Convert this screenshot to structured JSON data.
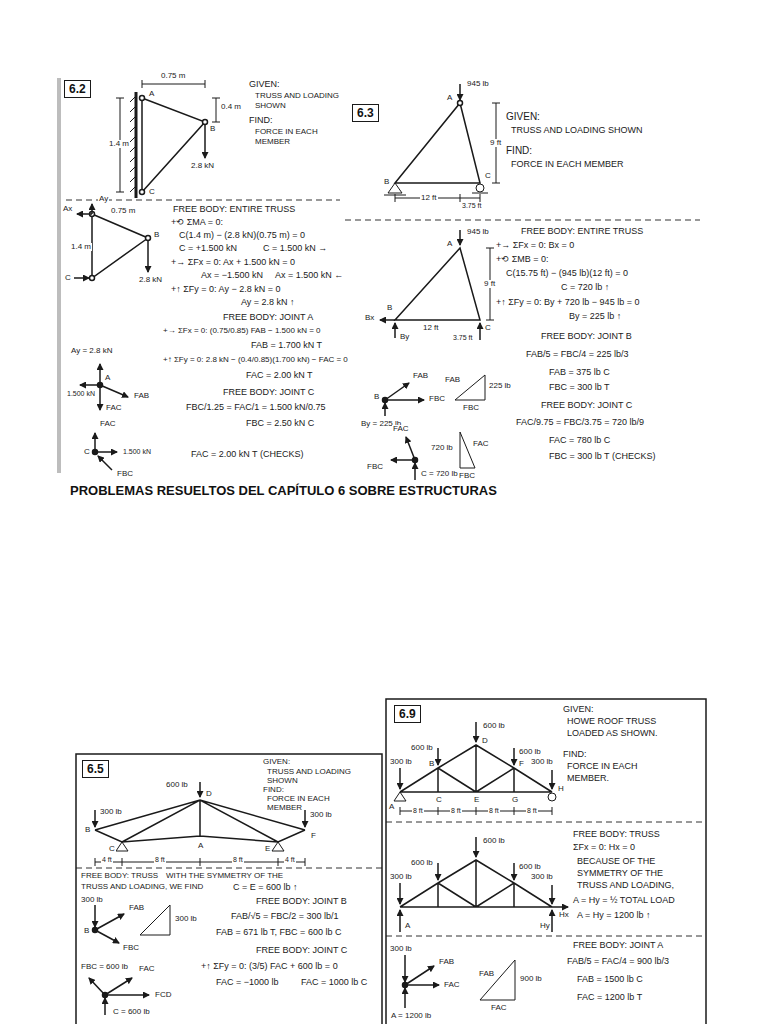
{
  "diagram": {
    "title": "PROBLEMAS RESUELTOS DEL CAPÍTULO 6 SOBRE ESTRUCTURAS",
    "nodes": [
      {
        "text": [
          "6.2"
        ]
      },
      {
        "text": [
          "6.3"
        ]
      },
      {
        "text": [
          "6.5"
        ]
      },
      {
        "text": [
          "6.9"
        ]
      }
    ],
    "labels": [
      "0.75 m",
      "0.4 m",
      "1.4 m",
      "2.8 kN",
      "A",
      "B",
      "C",
      "GIVEN:",
      "TRUSS AND LOADING",
      "SHOWN",
      "FIND:",
      "FORCE IN EACH",
      "MEMBER",
      "FREE BODY: ENTIRE TRUSS",
      "+⟲ ΣMA = 0:",
      "C(1.4 m) − (2.8 kN)(0.75 m) = 0",
      "C = +1.500 kN",
      "C = 1.500 kN →",
      "+→ ΣFx = 0:  Ax + 1.500 kN = 0",
      "Ax = −1.500 kN",
      "Ax = 1.500 kN ←",
      "+↑ ΣFy = 0:  Ay − 2.8 kN = 0",
      "Ay = 2.8 kN ↑",
      "Ay",
      "Ax",
      "0.75 m",
      "1.4 m",
      "B",
      "2.8 kN",
      "C",
      "FREE BODY: JOINT A",
      "+→ ΣFx = 0:  (0.75/0.85) FAB − 1.500 kN = 0",
      "FAB = 1.700 kN T",
      "+↑ ΣFy = 0:  2.8 kN − (0.4/0.85)(1.700 kN) − FAC = 0",
      "FAC = 2.00 kN T",
      "Ay = 2.8 kN",
      "A",
      "1.500 kN",
      "FAB",
      "FAC",
      "FREE BODY: JOINT C",
      "FBC/1.25 = FAC/1 = 1.500 kN/0.75",
      "FBC = 2.50 kN C",
      "FAC = 2.00 kN T (CHECKS)",
      "FAC",
      "C",
      "1.500 kN",
      "FBC",
      "945 lb",
      "A",
      "9 ft",
      "B",
      "C",
      "12 ft",
      "3.75 ft",
      "GIVEN:",
      "TRUSS AND LOADING SHOWN",
      "FIND:",
      "FORCE IN EACH MEMBER",
      "FREE BODY: ENTIRE TRUSS",
      "+→ ΣFx = 0:  Bx = 0",
      "+⟲ ΣMB = 0:",
      "C(15.75 ft) − (945 lb)(12 ft) = 0",
      "C = 720 lb ↑",
      "+↑ ΣFy = 0:  By + 720 lb − 945 lb = 0",
      "By = 225 lb ↑",
      "FREE BODY: JOINT B",
      "FAB/5 = FBC/4 = 225 lb/3",
      "FAB = 375 lb C",
      "FBC = 300 lb T",
      "FREE BODY: JOINT C",
      "FAC/9.75 = FBC/3.75 = 720 lb/9",
      "FAC = 780 lb C",
      "FBC = 300 lb T (CHECKS)",
      "945 lb",
      "A",
      "9 ft",
      "Bx",
      "B",
      "By",
      "12 ft",
      "3.75 ft",
      "C",
      "FAB",
      "FBC",
      "B",
      "By = 225 lb",
      "225 lb",
      "FAB",
      "FBC",
      "FAC",
      "FBC",
      "C = 720 lb",
      "720 lb",
      "FAC",
      "FBC",
      "600 lb",
      "300 lb",
      "300 lb",
      "B",
      "D",
      "F",
      "C",
      "E",
      "A",
      "4 ft",
      "8 ft",
      "8 ft",
      "4 ft",
      "GIVEN:",
      "TRUSS AND LOADING",
      "SHOWN",
      "FIND:",
      "FORCE IN EACH",
      "MEMBER",
      "FREE BODY: TRUSS",
      "WITH THE SYMMETRY OF THE",
      "TRUSS AND LOADING, WE FIND",
      "C = E = 600 lb ↑",
      "300 lb",
      "B",
      "FAB",
      "FBC",
      "300 lb",
      "FREE BODY: JOINT B",
      "FAB/√5 = FBC/2 = 300 lb/1",
      "FAB = 671 lb T,  FBC = 600 lb C",
      "FREE BODY: JOINT C",
      "+↑ ΣFy = 0:  (3/5) FAC + 600 lb = 0",
      "FAC = −1000 lb",
      "FAC = 1000 lb C",
      "FBC = 600 lb",
      "FAC",
      "FCD",
      "C = 600 lb",
      "600 lb",
      "600 lb",
      "600 lb",
      "300 lb",
      "300 lb",
      "A",
      "B",
      "C",
      "D",
      "E",
      "F",
      "G",
      "H",
      "8 ft",
      "8 ft",
      "8 ft",
      "8 ft",
      "GIVEN:",
      "HOWE ROOF TRUSS",
      "LOADED AS SHOWN.",
      "FIND:",
      "FORCE IN EACH",
      "MEMBER.",
      "600 lb",
      "600 lb",
      "600 lb",
      "300 lb",
      "300 lb",
      "A",
      "Hx",
      "Hy",
      "FREE BODY: TRUSS",
      "ΣFx = 0:  Hx = 0",
      "BECAUSE OF THE",
      "SYMMETRY OF THE",
      "TRUSS AND LOADING,",
      "A = Hy = ½ TOTAL LOAD",
      "A = Hy = 1200 lb ↑",
      "FREE BODY: JOINT A",
      "FAB/5 = FAC/4 = 900 lb/3",
      "FAB = 1500 lb C",
      "FAC = 1200 lb T",
      "300 lb",
      "FAB",
      "FAC",
      "A = 1200 lb",
      "FAB",
      "900 lb",
      "FAC"
    ]
  }
}
